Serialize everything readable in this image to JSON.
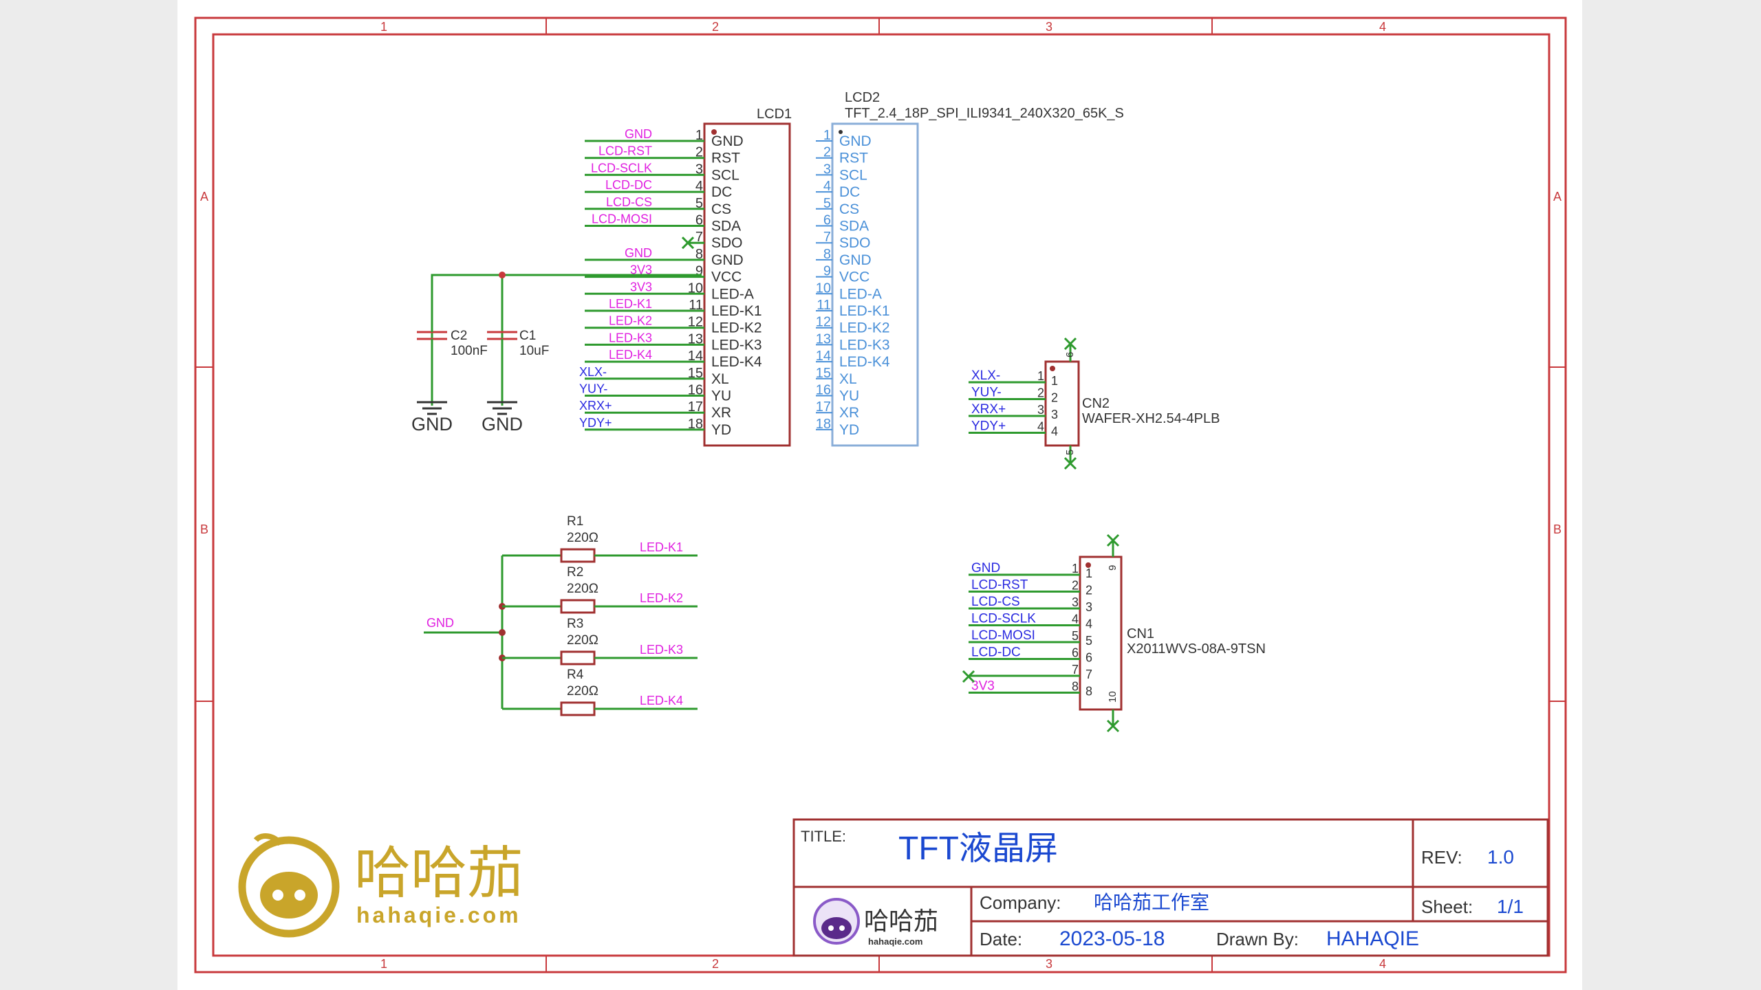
{
  "frame": {
    "col_labels": [
      "1",
      "2",
      "3",
      "4"
    ],
    "row_labels": [
      "A",
      "B"
    ]
  },
  "lcd1": {
    "designator": "LCD1",
    "pins": [
      {
        "num": "1",
        "name": "GND",
        "net": "GND"
      },
      {
        "num": "2",
        "name": "RST",
        "net": "LCD-RST"
      },
      {
        "num": "3",
        "name": "SCL",
        "net": "LCD-SCLK"
      },
      {
        "num": "4",
        "name": "DC",
        "net": "LCD-DC"
      },
      {
        "num": "5",
        "name": "CS",
        "net": "LCD-CS"
      },
      {
        "num": "6",
        "name": "SDA",
        "net": "LCD-MOSI"
      },
      {
        "num": "7",
        "name": "SDO",
        "net": ""
      },
      {
        "num": "8",
        "name": "GND",
        "net": "GND"
      },
      {
        "num": "9",
        "name": "VCC",
        "net": "3V3"
      },
      {
        "num": "10",
        "name": "LED-A",
        "net": "3V3"
      },
      {
        "num": "11",
        "name": "LED-K1",
        "net": "LED-K1"
      },
      {
        "num": "12",
        "name": "LED-K2",
        "net": "LED-K2"
      },
      {
        "num": "13",
        "name": "LED-K3",
        "net": "LED-K3"
      },
      {
        "num": "14",
        "name": "LED-K4",
        "net": "LED-K4"
      },
      {
        "num": "15",
        "name": "XL",
        "net": "XLX-"
      },
      {
        "num": "16",
        "name": "YU",
        "net": "YUY-"
      },
      {
        "num": "17",
        "name": "XR",
        "net": "XRX+"
      },
      {
        "num": "18",
        "name": "YD",
        "net": "YDY+"
      }
    ]
  },
  "lcd2": {
    "designator": "LCD2",
    "value": "TFT_2.4_18P_SPI_ILI9341_240X320_65K_S"
  },
  "caps": [
    {
      "ref": "C2",
      "value": "100nF",
      "gnd": "GND"
    },
    {
      "ref": "C1",
      "value": "10uF",
      "gnd": "GND"
    }
  ],
  "cn2": {
    "ref": "CN2",
    "value": "WAFER-XH2.54-4PLB",
    "pins": [
      {
        "num": "1",
        "net": "XLX-"
      },
      {
        "num": "2",
        "net": "YUY-"
      },
      {
        "num": "3",
        "net": "XRX+"
      },
      {
        "num": "4",
        "net": "YDY+"
      }
    ],
    "mount_top": "6",
    "mount_bottom": "5"
  },
  "resistors": [
    {
      "ref": "R1",
      "value": "220Ω",
      "net": "LED-K1"
    },
    {
      "ref": "R2",
      "value": "220Ω",
      "net": "LED-K2"
    },
    {
      "ref": "R3",
      "value": "220Ω",
      "net": "LED-K3"
    },
    {
      "ref": "R4",
      "value": "220Ω",
      "net": "LED-K4"
    }
  ],
  "resistor_gnd": "GND",
  "cn1": {
    "ref": "CN1",
    "value": "X2011WVS-08A-9TSN",
    "pins": [
      {
        "num": "1",
        "net": "GND"
      },
      {
        "num": "2",
        "net": "LCD-RST"
      },
      {
        "num": "3",
        "net": "LCD-CS"
      },
      {
        "num": "4",
        "net": "LCD-SCLK"
      },
      {
        "num": "5",
        "net": "LCD-MOSI"
      },
      {
        "num": "6",
        "net": "LCD-DC"
      },
      {
        "num": "7",
        "net": ""
      },
      {
        "num": "8",
        "net": "3V3"
      }
    ],
    "mount_top": "9",
    "mount_bottom": "10"
  },
  "logo": {
    "name": "哈哈茄",
    "url": "hahaqie.com"
  },
  "title_block": {
    "title_label": "TITLE:",
    "title": "TFT液晶屏",
    "rev_label": "REV:",
    "rev": "1.0",
    "company_label": "Company:",
    "company": "哈哈茄工作室",
    "sheet_label": "Sheet:",
    "sheet": "1/1",
    "date_label": "Date:",
    "date": "2023-05-18",
    "drawn_label": "Drawn By:",
    "drawn": "HAHAQIE",
    "small_logo_name": "哈哈茄",
    "small_logo_url": "hahaqie.com"
  },
  "colors": {
    "frame": "#c8393c",
    "wire": "#2e9a2e",
    "net": "#e020e0",
    "netlabel_blue": "#2a2ae0",
    "part_outline": "#a03030",
    "pin_blue": "#4a90d8",
    "title_blue": "#1a48d0",
    "logo": "#c9a52a"
  }
}
